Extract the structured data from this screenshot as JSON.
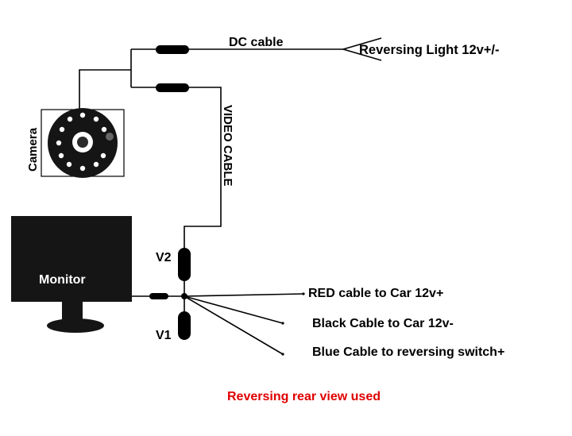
{
  "labels": {
    "dc_cable": "DC cable",
    "reversing_light": "Reversing Light 12v+/-",
    "video_cable": "VIDEO CABLE",
    "camera": "Camera",
    "monitor": "Monitor",
    "v2": "V2",
    "v1": "V1",
    "red_cable": "RED cable to Car 12v+",
    "black_cable": "Black Cable to Car 12v-",
    "blue_cable": "Blue Cable to reversing switch+",
    "caption": "Reversing rear view used"
  },
  "colors": {
    "line": "#000000",
    "caption": "#e00000",
    "monitor_text": "#ffffff",
    "background": "#ffffff"
  },
  "icons": {
    "camera": "camera-icon",
    "monitor": "monitor-icon"
  }
}
